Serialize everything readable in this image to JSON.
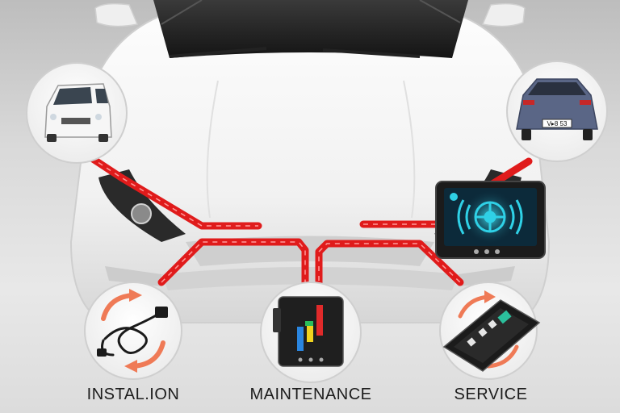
{
  "labels": {
    "installation": "INSTAL.ION",
    "maintenance": "MAINTENANCE",
    "service": "SERVICE"
  },
  "rear_plate": "V▸8 53",
  "colors": {
    "connector_line": "#e01b1b",
    "car_body": "#f2f2f2",
    "screen": "#0c2a3a",
    "screen_glow": "#2fd1e6",
    "rear_car": "#5a6686"
  },
  "icons": [
    "van-icon",
    "rear-car-icon",
    "wheel-display-icon",
    "obd-cable-icon",
    "diagnostic-scanner-icon",
    "handheld-tablet-icon",
    "refresh-arrows-icon"
  ]
}
